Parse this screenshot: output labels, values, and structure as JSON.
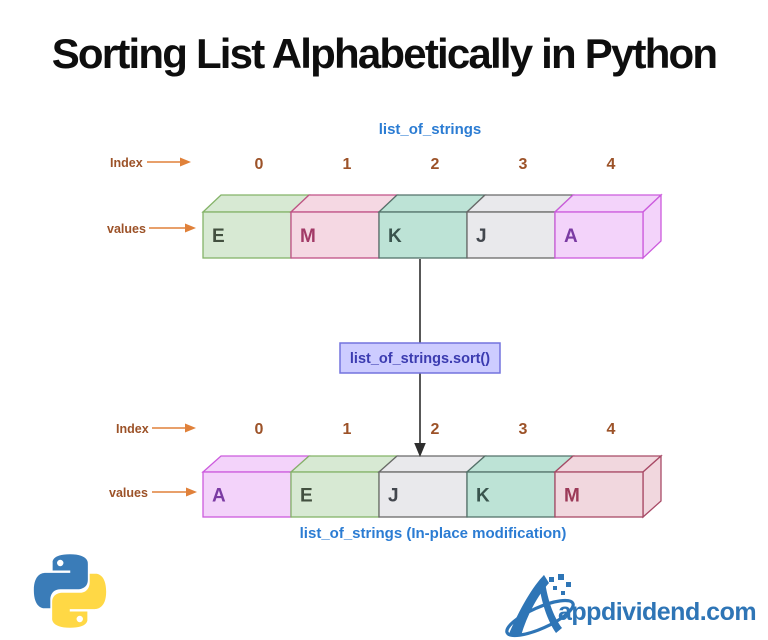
{
  "title": "Sorting List Alphabetically in Python",
  "colors": {
    "title_color": "#0e0e0e",
    "label_blue": "#2b7cd3",
    "index_brown": "#9c5228",
    "arrow_orange": "#e0813a",
    "arrow_black": "#2e2e2e"
  },
  "top_array": {
    "name_label": "list_of_strings",
    "index_label": "Index",
    "values_label": "values",
    "indices": [
      "0",
      "1",
      "2",
      "3",
      "4"
    ],
    "cells": [
      {
        "letter": "E",
        "fill": "#d7e9d3",
        "stroke": "#84b368",
        "letter_color": "#42503f"
      },
      {
        "letter": "M",
        "fill": "#f5d8e3",
        "stroke": "#c05286",
        "letter_color": "#a23a67"
      },
      {
        "letter": "K",
        "fill": "#bde3d6",
        "stroke": "#54726a",
        "letter_color": "#39544d"
      },
      {
        "letter": "J",
        "fill": "#e9e9ec",
        "stroke": "#696969",
        "letter_color": "#43474e"
      },
      {
        "letter": "A",
        "fill": "#f3d3fa",
        "stroke": "#cc5bdd",
        "letter_color": "#7b3ba3"
      }
    ]
  },
  "sort_box": {
    "label": "list_of_strings.sort()",
    "fill": "#cdccff",
    "stroke": "#7373dd",
    "text_color": "#3b3bb0"
  },
  "bottom_array": {
    "caption": "list_of_strings (In-place modification)",
    "index_label": "Index",
    "values_label": "values",
    "indices": [
      "0",
      "1",
      "2",
      "3",
      "4"
    ],
    "cells": [
      {
        "letter": "A",
        "fill": "#f3d3fa",
        "stroke": "#cc5bdd",
        "letter_color": "#7b3ba3"
      },
      {
        "letter": "E",
        "fill": "#d7e9d3",
        "stroke": "#84b368",
        "letter_color": "#42503f"
      },
      {
        "letter": "J",
        "fill": "#e9e9ec",
        "stroke": "#696969",
        "letter_color": "#43474e"
      },
      {
        "letter": "K",
        "fill": "#bde3d6",
        "stroke": "#54726a",
        "letter_color": "#39544d"
      },
      {
        "letter": "M",
        "fill": "#f1d7de",
        "stroke": "#a84a66",
        "letter_color": "#9c3a58"
      }
    ]
  },
  "branding": {
    "site_text": "appdividend.com",
    "site_color": "#2e75b6",
    "python_logo_icon": "python-logo-icon",
    "brand_mark_icon": "appdividend-a-icon",
    "python_blue": "#3a7cb8",
    "python_yellow": "#ffd845"
  },
  "icons": {
    "index_arrow": "arrow-right-icon",
    "flow_arrow": "arrow-down-icon"
  }
}
